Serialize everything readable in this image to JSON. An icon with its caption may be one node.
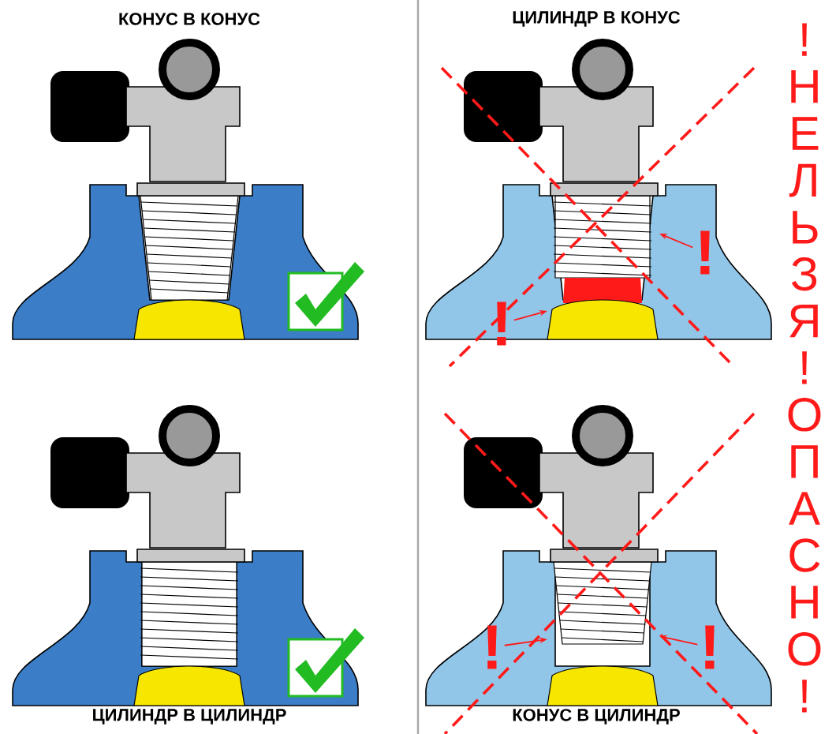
{
  "diagram": {
    "nodes": [
      {
        "text": [
          "!"
        ]
      },
      {
        "text": [
          "!"
        ]
      },
      {
        "text": [
          "!"
        ]
      },
      {
        "text": [
          "!"
        ]
      }
    ],
    "edges": [
      {
        "from": 0,
        "to": null,
        "arrow": "to"
      },
      {
        "from": 1,
        "to": null,
        "arrow": "to"
      },
      {
        "from": 2,
        "to": null,
        "arrow": "to"
      },
      {
        "from": 3,
        "to": null,
        "arrow": "to"
      }
    ],
    "labels": [
      "КОНУС В КОНУС",
      "ЦИЛИНДР В КОНУС",
      "!НЕЛЬЗЯ!ОПАСНО!",
      "ЦИЛИНДР В ЦИЛИНДР",
      "КОНУС В ЦИЛИНДР"
    ]
  }
}
